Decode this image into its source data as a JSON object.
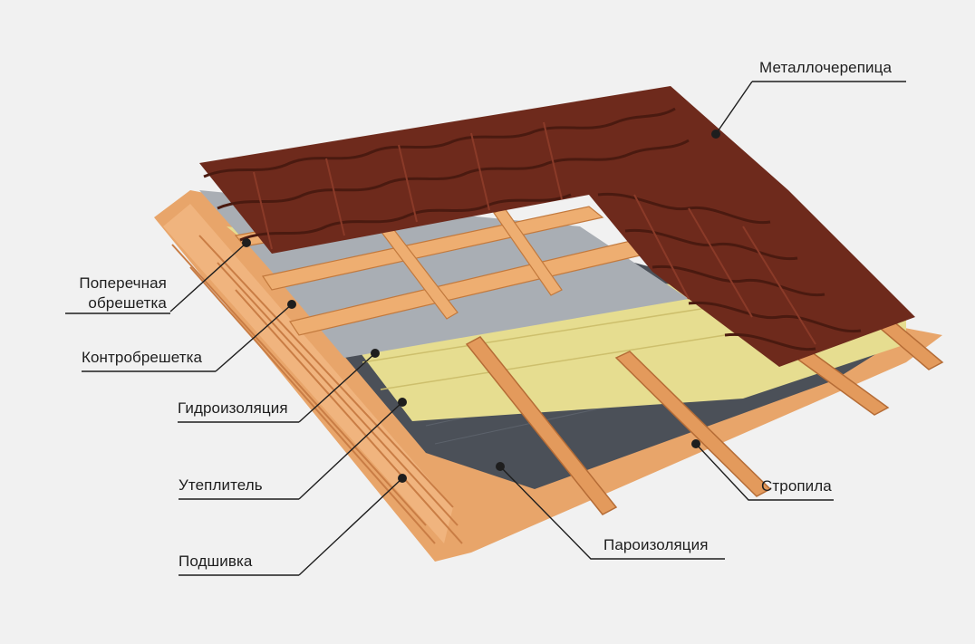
{
  "layers": [
    {
      "id": "metal",
      "label": "Металлочерепица"
    },
    {
      "id": "poper",
      "label": "Поперечная обрешетка"
    },
    {
      "id": "kontr",
      "label": "Контробрешетка"
    },
    {
      "id": "gidro",
      "label": "Гидроизоляция"
    },
    {
      "id": "utep",
      "label": "Утеплитель"
    },
    {
      "id": "podsh",
      "label": "Подшивка"
    },
    {
      "id": "strop",
      "label": "Стропила"
    },
    {
      "id": "paro",
      "label": "Пароизоляция"
    }
  ],
  "colors": {
    "background": "#f1f1f1",
    "tile": "#6e2a1c",
    "tile_dark": "#4a1a10",
    "wood": "#e8a56a",
    "wood_dark": "#c97d45",
    "membrane": "#a9aeb4",
    "insulation": "#e6dd90",
    "vapor": "#4b5058",
    "leader_line": "#1e1e1e"
  }
}
